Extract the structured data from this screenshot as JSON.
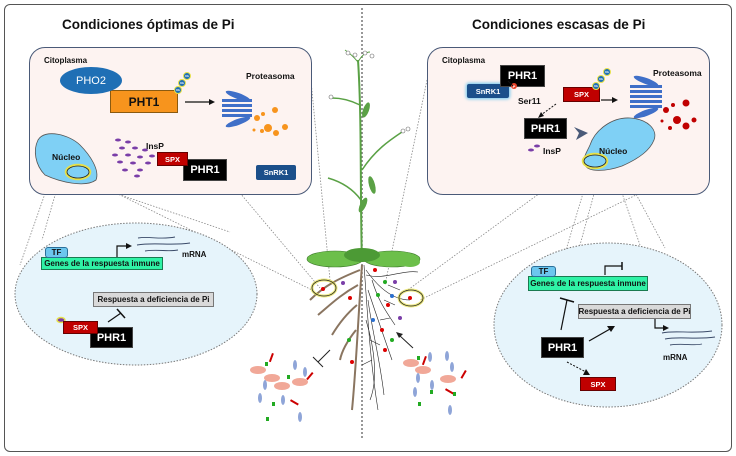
{
  "titles": {
    "left": "Condiciones óptimas de Pi",
    "right": "Condiciones escasas de Pi"
  },
  "left_cell": {
    "compartment": "Citoplasma",
    "pho2": "PHO2",
    "pht1": "PHT1",
    "ub": "Ub",
    "proteasome": "Proteasoma",
    "nucleus": "Núcleo",
    "insp": "InsP",
    "spx": "SPX",
    "phr1": "PHR1",
    "snrk1": "SnRK1"
  },
  "right_cell": {
    "compartment": "Citoplasma",
    "phr1_top": "PHR1",
    "snrk1": "SnRK1",
    "ser": "Ser11",
    "p": "P",
    "spx": "SPX",
    "ub": "Ub",
    "proteasome": "Proteasoma",
    "phr1_free": "PHR1",
    "insp": "InsP",
    "nucleus": "Núcleo"
  },
  "left_nucleus": {
    "tf": "TF",
    "immune_genes": "Genes de la respuesta inmune",
    "mrna": "mRNA",
    "pi_response": "Respuesta a deficiencia de Pi",
    "spx": "SPX",
    "phr1": "PHR1"
  },
  "right_nucleus": {
    "tf": "TF",
    "immune_genes": "Genes de la respuesta inmune",
    "pi_response": "Respuesta a deficiencia de Pi",
    "mrna": "mRNA",
    "phr1": "PHR1",
    "spx": "SPX"
  },
  "colors": {
    "pho2": "#1f6fb5",
    "pht1": "#f7941d",
    "spx": "#c00000",
    "phr1": "#000000",
    "genes": "#2ff2a6",
    "nucleus": "#7fd0f5",
    "cytoplasm": "#fdf3f1",
    "nuclear_zoom": "#e6f4fb"
  }
}
